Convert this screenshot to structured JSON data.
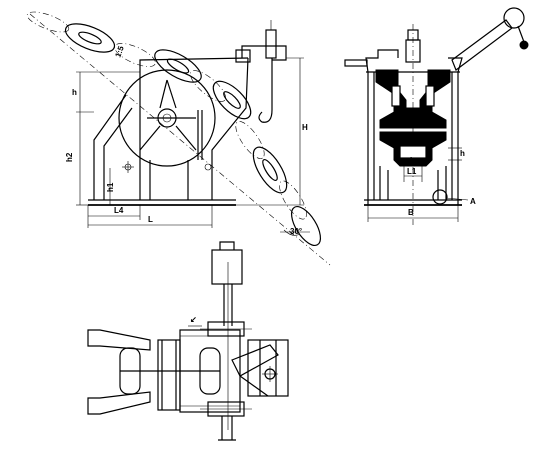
{
  "dimensions": {
    "h": "h",
    "h1": "h1",
    "h2": "h2",
    "H": "H",
    "L": "L",
    "L4": "L4",
    "L1": "L1",
    "B": "B",
    "b": "b",
    "A": "A",
    "angle": "30°",
    "top_label": "1:5"
  }
}
